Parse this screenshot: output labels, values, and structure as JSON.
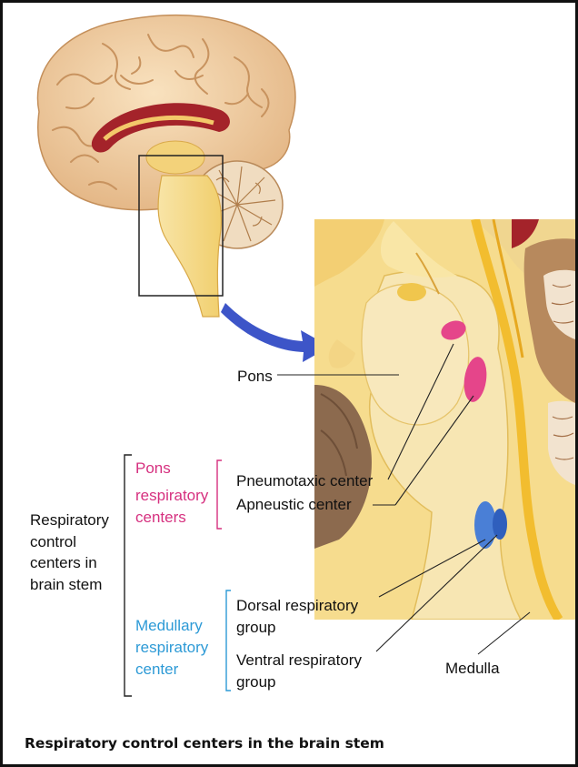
{
  "labels": {
    "pons": "Pons",
    "pons_resp_1": "Pons",
    "pons_resp_2": "respiratory",
    "pons_resp_3": "centers",
    "pneumotaxic": "Pneumotaxic center",
    "apneustic": "Apneustic center",
    "resp_control_1": "Respiratory",
    "resp_control_2": "control",
    "resp_control_3": "centers in",
    "resp_control_4": "brain stem",
    "medullary_1": "Medullary",
    "medullary_2": "respiratory",
    "medullary_3": "center",
    "dorsal_1": "Dorsal respiratory",
    "dorsal_2": "group",
    "ventral_1": "Ventral respiratory",
    "ventral_2": "group",
    "medulla": "Medulla"
  },
  "caption": "Respiratory control centers in the brain stem",
  "colors": {
    "pons_group": "#d6307f",
    "medullary_group": "#2d9ad6",
    "tissue": "#f6dc8e",
    "tissue_dark": "#e7b84a",
    "accent_red": "#a4232a",
    "arrow_blue": "#3d55c8",
    "pink_nucleus": "#e5458a",
    "blue_nucleus": "#4a7fd6"
  }
}
